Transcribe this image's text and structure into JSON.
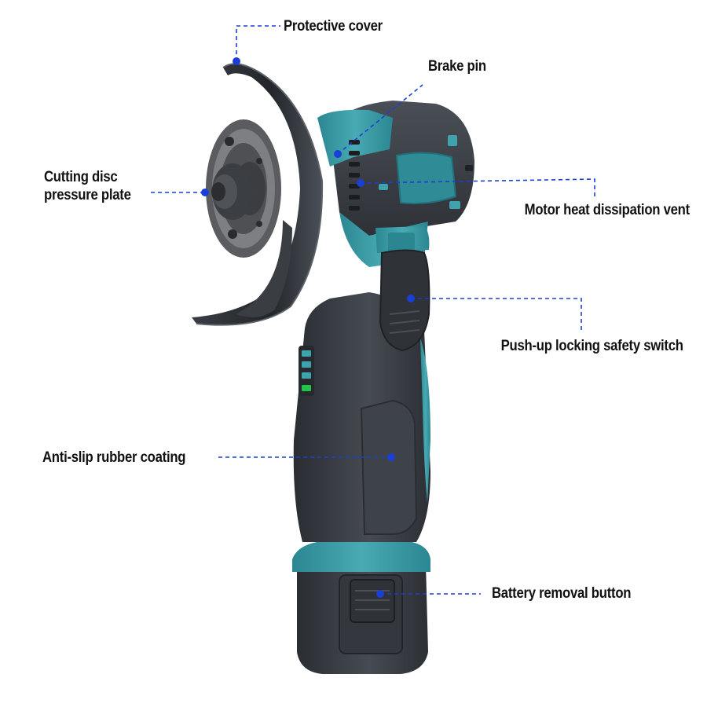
{
  "colors": {
    "body": "#3b3f46",
    "body_dark": "#2b2e33",
    "accent": "#3fa2ad",
    "accent_dark": "#2a7f88",
    "guard": "#2d3035",
    "leader": "#1a3fd6",
    "led_green": "#27c24c"
  },
  "callouts": {
    "protective_cover": "Protective cover",
    "brake_pin": "Brake pin",
    "pressure_plate_line1": "Cutting disc",
    "pressure_plate_line2": "pressure plate",
    "heat_vent": "Motor heat dissipation vent",
    "safety_switch": "Push-up locking safety switch",
    "rubber_coating": "Anti-slip rubber coating",
    "battery_button": "Battery removal button"
  }
}
